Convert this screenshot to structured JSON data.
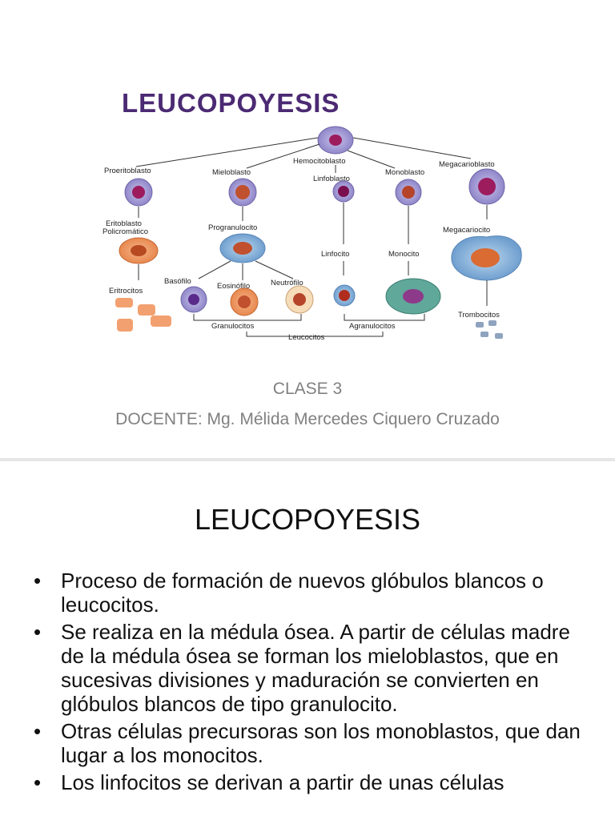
{
  "slide1": {
    "diagram": {
      "title": "LEUCOPOYESIS",
      "labels": {
        "hemocitoblasto": "Hemocitoblasto",
        "proeritoblasto": "Proeritoblasto",
        "mieloblasto": "Mieloblasto",
        "linfoblasto": "Linfoblasto",
        "monoblasto": "Monoblasto",
        "megacarioblasto": "Megacarioblasto",
        "eritoblasto": "Eritoblasto",
        "policromatico": "Policromático",
        "progranulocito": "Progranulocito",
        "linfocito": "Linfocito",
        "monocito": "Monocito",
        "megacariocito": "Megacariocito",
        "eritrocitos": "Eritrocitos",
        "basofilo": "Basófilo",
        "eosinofilo": "Eosinófilo",
        "neutrofilo": "Neutrófilo",
        "trombocitos": "Trombocitos",
        "granulocitos": "Granulocitos",
        "agranulocitos": "Agranulocitos",
        "leucocitos": "Leucocitos"
      }
    },
    "clase": "CLASE 3",
    "docente": "DOCENTE: Mg. Mélida Mercedes Ciquero Cruzado"
  },
  "slide2": {
    "title": "LEUCOPOYESIS",
    "bullet_char": "•",
    "bullets": [
      "Proceso de formación de nuevos glóbulos blancos o leucocitos.",
      "Se realiza en la médula ósea. A partir de células madre de la médula ósea se forman los mieloblastos, que en sucesivas divisiones y maduración se convierten en glóbulos blancos de tipo granulocito.",
      "Otras células precursoras son los monoblastos, que dan lugar a los monocitos.",
      "Los linfocitos se derivan a partir de unas células"
    ]
  }
}
